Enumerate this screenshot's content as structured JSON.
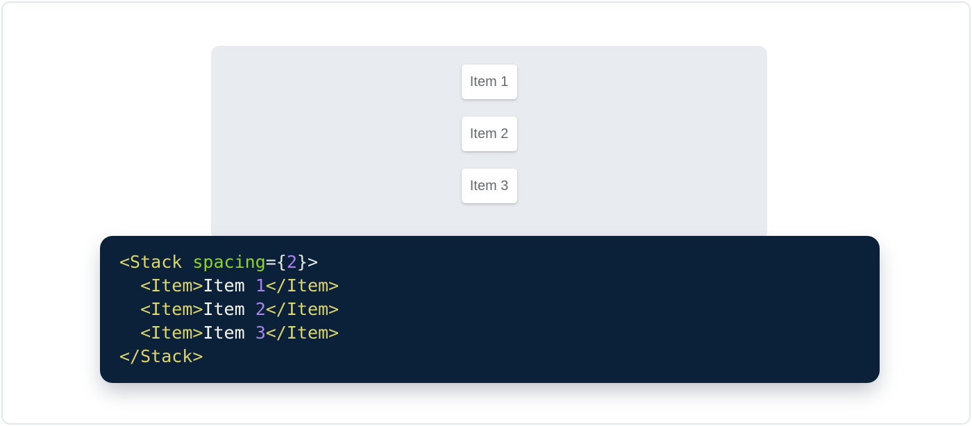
{
  "page": {
    "background": "#ffffff",
    "border_color": "#e2e7ec"
  },
  "preview": {
    "panel_bg": "#e8ebf0",
    "items": [
      {
        "label": "Item 1"
      },
      {
        "label": "Item 2"
      },
      {
        "label": "Item 3"
      }
    ]
  },
  "code": {
    "bg": "#0b2039",
    "colors": {
      "tag": "#dcd46e",
      "attr": "#90d133",
      "number": "#a783ec",
      "text": "#f8f8f2",
      "punct": "#e6e8e3"
    },
    "lines": [
      [
        {
          "t": "tag",
          "v": "<Stack"
        },
        {
          "t": "text",
          "v": " "
        },
        {
          "t": "attr",
          "v": "spacing"
        },
        {
          "t": "punct",
          "v": "={"
        },
        {
          "t": "number",
          "v": "2"
        },
        {
          "t": "punct",
          "v": "}>"
        }
      ],
      [
        {
          "t": "text",
          "v": "  "
        },
        {
          "t": "tag",
          "v": "<Item>"
        },
        {
          "t": "text",
          "v": "Item "
        },
        {
          "t": "number",
          "v": "1"
        },
        {
          "t": "tag",
          "v": "</Item>"
        }
      ],
      [
        {
          "t": "text",
          "v": "  "
        },
        {
          "t": "tag",
          "v": "<Item>"
        },
        {
          "t": "text",
          "v": "Item "
        },
        {
          "t": "number",
          "v": "2"
        },
        {
          "t": "tag",
          "v": "</Item>"
        }
      ],
      [
        {
          "t": "text",
          "v": "  "
        },
        {
          "t": "tag",
          "v": "<Item>"
        },
        {
          "t": "text",
          "v": "Item "
        },
        {
          "t": "number",
          "v": "3"
        },
        {
          "t": "tag",
          "v": "</Item>"
        }
      ],
      [
        {
          "t": "tag",
          "v": "</Stack>"
        }
      ]
    ]
  }
}
